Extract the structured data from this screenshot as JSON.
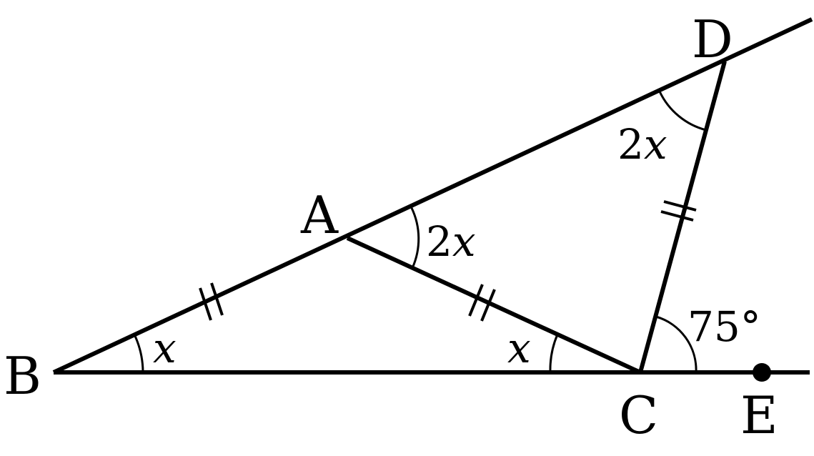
{
  "points": {
    "A": "A",
    "B": "B",
    "C": "C",
    "D": "D",
    "E": "E"
  },
  "angles": {
    "at_B": {
      "num": "",
      "var": "x"
    },
    "at_C_in_ABC": {
      "num": "",
      "var": "x"
    },
    "at_A": {
      "num": "2",
      "var": "x"
    },
    "at_D": {
      "num": "2",
      "var": "x"
    },
    "at_C_exterior": "75°"
  },
  "colors": {
    "stroke": "#000000",
    "background": "#ffffff"
  }
}
